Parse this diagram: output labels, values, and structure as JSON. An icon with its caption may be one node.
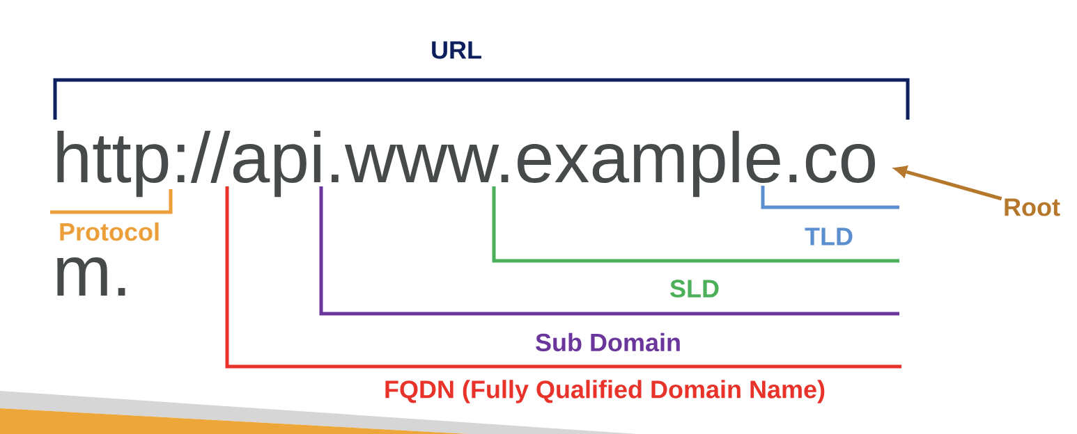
{
  "diagram": {
    "nodes": [
      {
        "text": [
          "http://api.www.example.co"
        ]
      },
      {
        "text": [
          "Root"
        ]
      }
    ],
    "edges": [
      {
        "from": 1,
        "to": 0,
        "arrow": "to",
        "color": "#b5772b"
      }
    ],
    "labels": [
      "URL",
      "Protocol",
      "TLD",
      "m.",
      "SLD",
      "Sub Domain",
      "FQDN (Fully Qualified Domain Name)"
    ]
  }
}
